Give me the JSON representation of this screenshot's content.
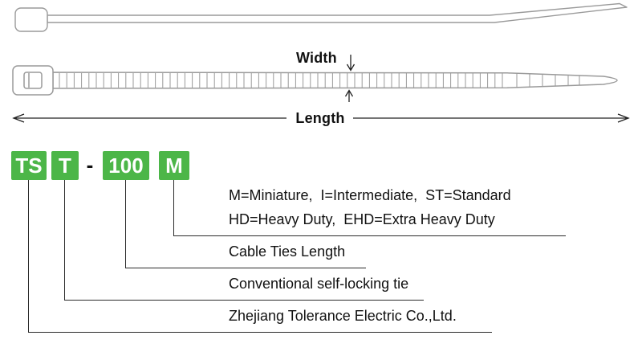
{
  "colors": {
    "green": "#4CB648",
    "connector": "#2b2b2b",
    "drawing_stroke": "#9a9a9a"
  },
  "diagram": {
    "width_label": "Width",
    "length_label": "Length"
  },
  "code": {
    "brand": "TS",
    "type": "T",
    "separator": "-",
    "length": "100",
    "size": "M"
  },
  "legend": {
    "size_line1": "M=Miniature,  I=Intermediate,  ST=Standard",
    "size_line2": "HD=Heavy Duty,  EHD=Extra Heavy Duty",
    "length": "Cable Ties Length",
    "type": "Conventional self-locking tie",
    "brand": "Zhejiang Tolerance Electric Co.,Ltd."
  }
}
